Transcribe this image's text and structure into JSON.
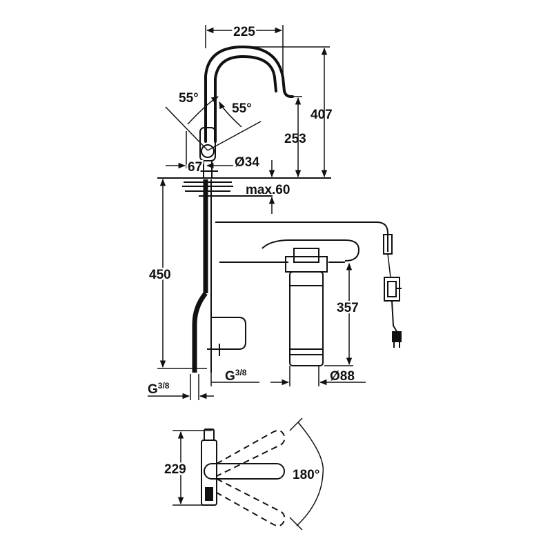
{
  "diagram": {
    "dims": {
      "spout_reach": "225",
      "total_height": "407",
      "spout_height": "253",
      "angle_left": "55°",
      "angle_right": "55°",
      "body_offset": "67",
      "body_diameter": "Ø34",
      "deck_thickness": "max.60",
      "hose_length": "450",
      "filter_height": "357",
      "filter_diameter": "Ø88",
      "thread_left_base": "G",
      "thread_left_fraction": "3/8",
      "thread_right_base": "G",
      "thread_right_fraction": "3/8",
      "plan_depth": "229",
      "swivel_angle": "180°"
    },
    "colors": {
      "ink": "#111111",
      "background": "#ffffff"
    }
  }
}
